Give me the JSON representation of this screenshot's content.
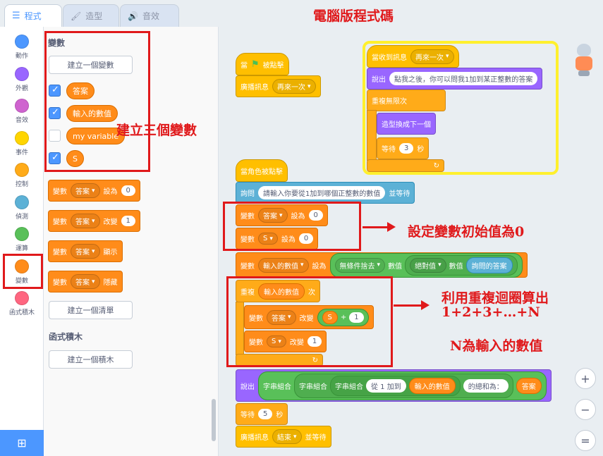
{
  "tabs": {
    "code": "程式",
    "costumes": "造型",
    "sounds": "音效"
  },
  "title": "電腦版程式碼",
  "categories": [
    {
      "label": "動作",
      "color": "#4c97ff"
    },
    {
      "label": "外觀",
      "color": "#9966ff"
    },
    {
      "label": "音效",
      "color": "#cf63cf"
    },
    {
      "label": "事件",
      "color": "#ffd500"
    },
    {
      "label": "控制",
      "color": "#ffab19"
    },
    {
      "label": "偵測",
      "color": "#5cb1d6"
    },
    {
      "label": "運算",
      "color": "#59c059"
    },
    {
      "label": "變數",
      "color": "#ff8c1a"
    },
    {
      "label": "函式積木",
      "color": "#ff6680"
    }
  ],
  "palette": {
    "variables_heading": "變數",
    "make_variable": "建立一個變數",
    "variables": [
      {
        "name": "答案",
        "checked": true
      },
      {
        "name": "輸入的數值",
        "checked": true
      },
      {
        "name": "my variable",
        "checked": false
      },
      {
        "name": "S",
        "checked": true
      }
    ],
    "set_block": {
      "label": "變數",
      "var": "答案",
      "verb": "設為",
      "value": "0"
    },
    "change_block": {
      "label": "變數",
      "var": "答案",
      "verb": "改變",
      "value": "1"
    },
    "show_block": {
      "label": "變數",
      "var": "答案",
      "verb": "顯示"
    },
    "hide_block": {
      "label": "變數",
      "var": "答案",
      "verb": "隱藏"
    },
    "make_list": "建立一個清單",
    "myblocks_heading": "函式積木",
    "make_block": "建立一個積木"
  },
  "script1": {
    "hat_when": "當",
    "hat_clicked": "被點擊",
    "broadcast": "廣播訊息",
    "broadcast_msg": "再來一次"
  },
  "script2": {
    "hat": "當收到訊息",
    "hat_msg": "再來一次",
    "say": "說出",
    "say_text": "點我之後，你可以問我1加到某正整數的答案",
    "forever": "重複無限次",
    "next_costume": "造型換成下一個",
    "wait": "等待",
    "wait_val": "3",
    "wait_unit": "秒"
  },
  "script3": {
    "hat": "當角色被點擊",
    "ask": "詢問",
    "ask_text": "請輸入你要從1加到哪個正整數的數值",
    "ask_end": "並等待",
    "set1": {
      "label": "變數",
      "var": "答案",
      "verb": "設為",
      "value": "0"
    },
    "set2": {
      "label": "變數",
      "var": "S",
      "verb": "設為",
      "value": "0"
    },
    "set3": {
      "label": "變數",
      "var": "輸入的數值",
      "verb": "設為",
      "op1": "無條件捨去",
      "of": "數值",
      "op2": "絕對值",
      "of2": "數值",
      "reporter": "詢問的答案"
    },
    "repeat": "重複",
    "repeat_var": "輸入的數值",
    "repeat_end": "次",
    "change1": {
      "label": "變數",
      "var": "答案",
      "verb": "改變",
      "a": "S",
      "plus": "+",
      "b": "1"
    },
    "change2": {
      "label": "變數",
      "var": "S",
      "verb": "改變",
      "value": "1"
    },
    "say": "說出",
    "join": "字串組合",
    "from": "從 1 加到",
    "input_var": "輸入的數值",
    "sum_text": "的總和為：",
    "answer_var": "答案",
    "wait": "等待",
    "wait_val": "5",
    "wait_unit": "秒",
    "broadcast": "廣播訊息",
    "broadcast_msg": "結束",
    "broadcast_end": "並等待"
  },
  "annotations": {
    "three_vars": "建立三個變數",
    "init": "設定變數初始值為0",
    "loop1": "利用重複迴圈算出",
    "loop2": "1+2+3+…+N",
    "loop3": "N為輸入的數值"
  },
  "zoom": {
    "in": "+",
    "out": "−",
    "reset": "="
  }
}
